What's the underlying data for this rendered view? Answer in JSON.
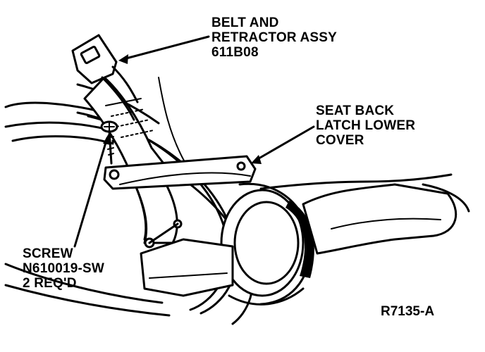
{
  "callouts": {
    "belt_retractor": [
      "BELT AND",
      "RETRACTOR ASSY",
      "611B08"
    ],
    "seat_back_latch": [
      "SEAT BACK",
      "LATCH LOWER",
      "COVER"
    ],
    "screw": [
      "SCREW",
      "N610019-SW",
      "2 REQ'D"
    ]
  },
  "figure_id": "R7135-A",
  "colors": {
    "ink": "#000000",
    "paper": "#ffffff"
  }
}
